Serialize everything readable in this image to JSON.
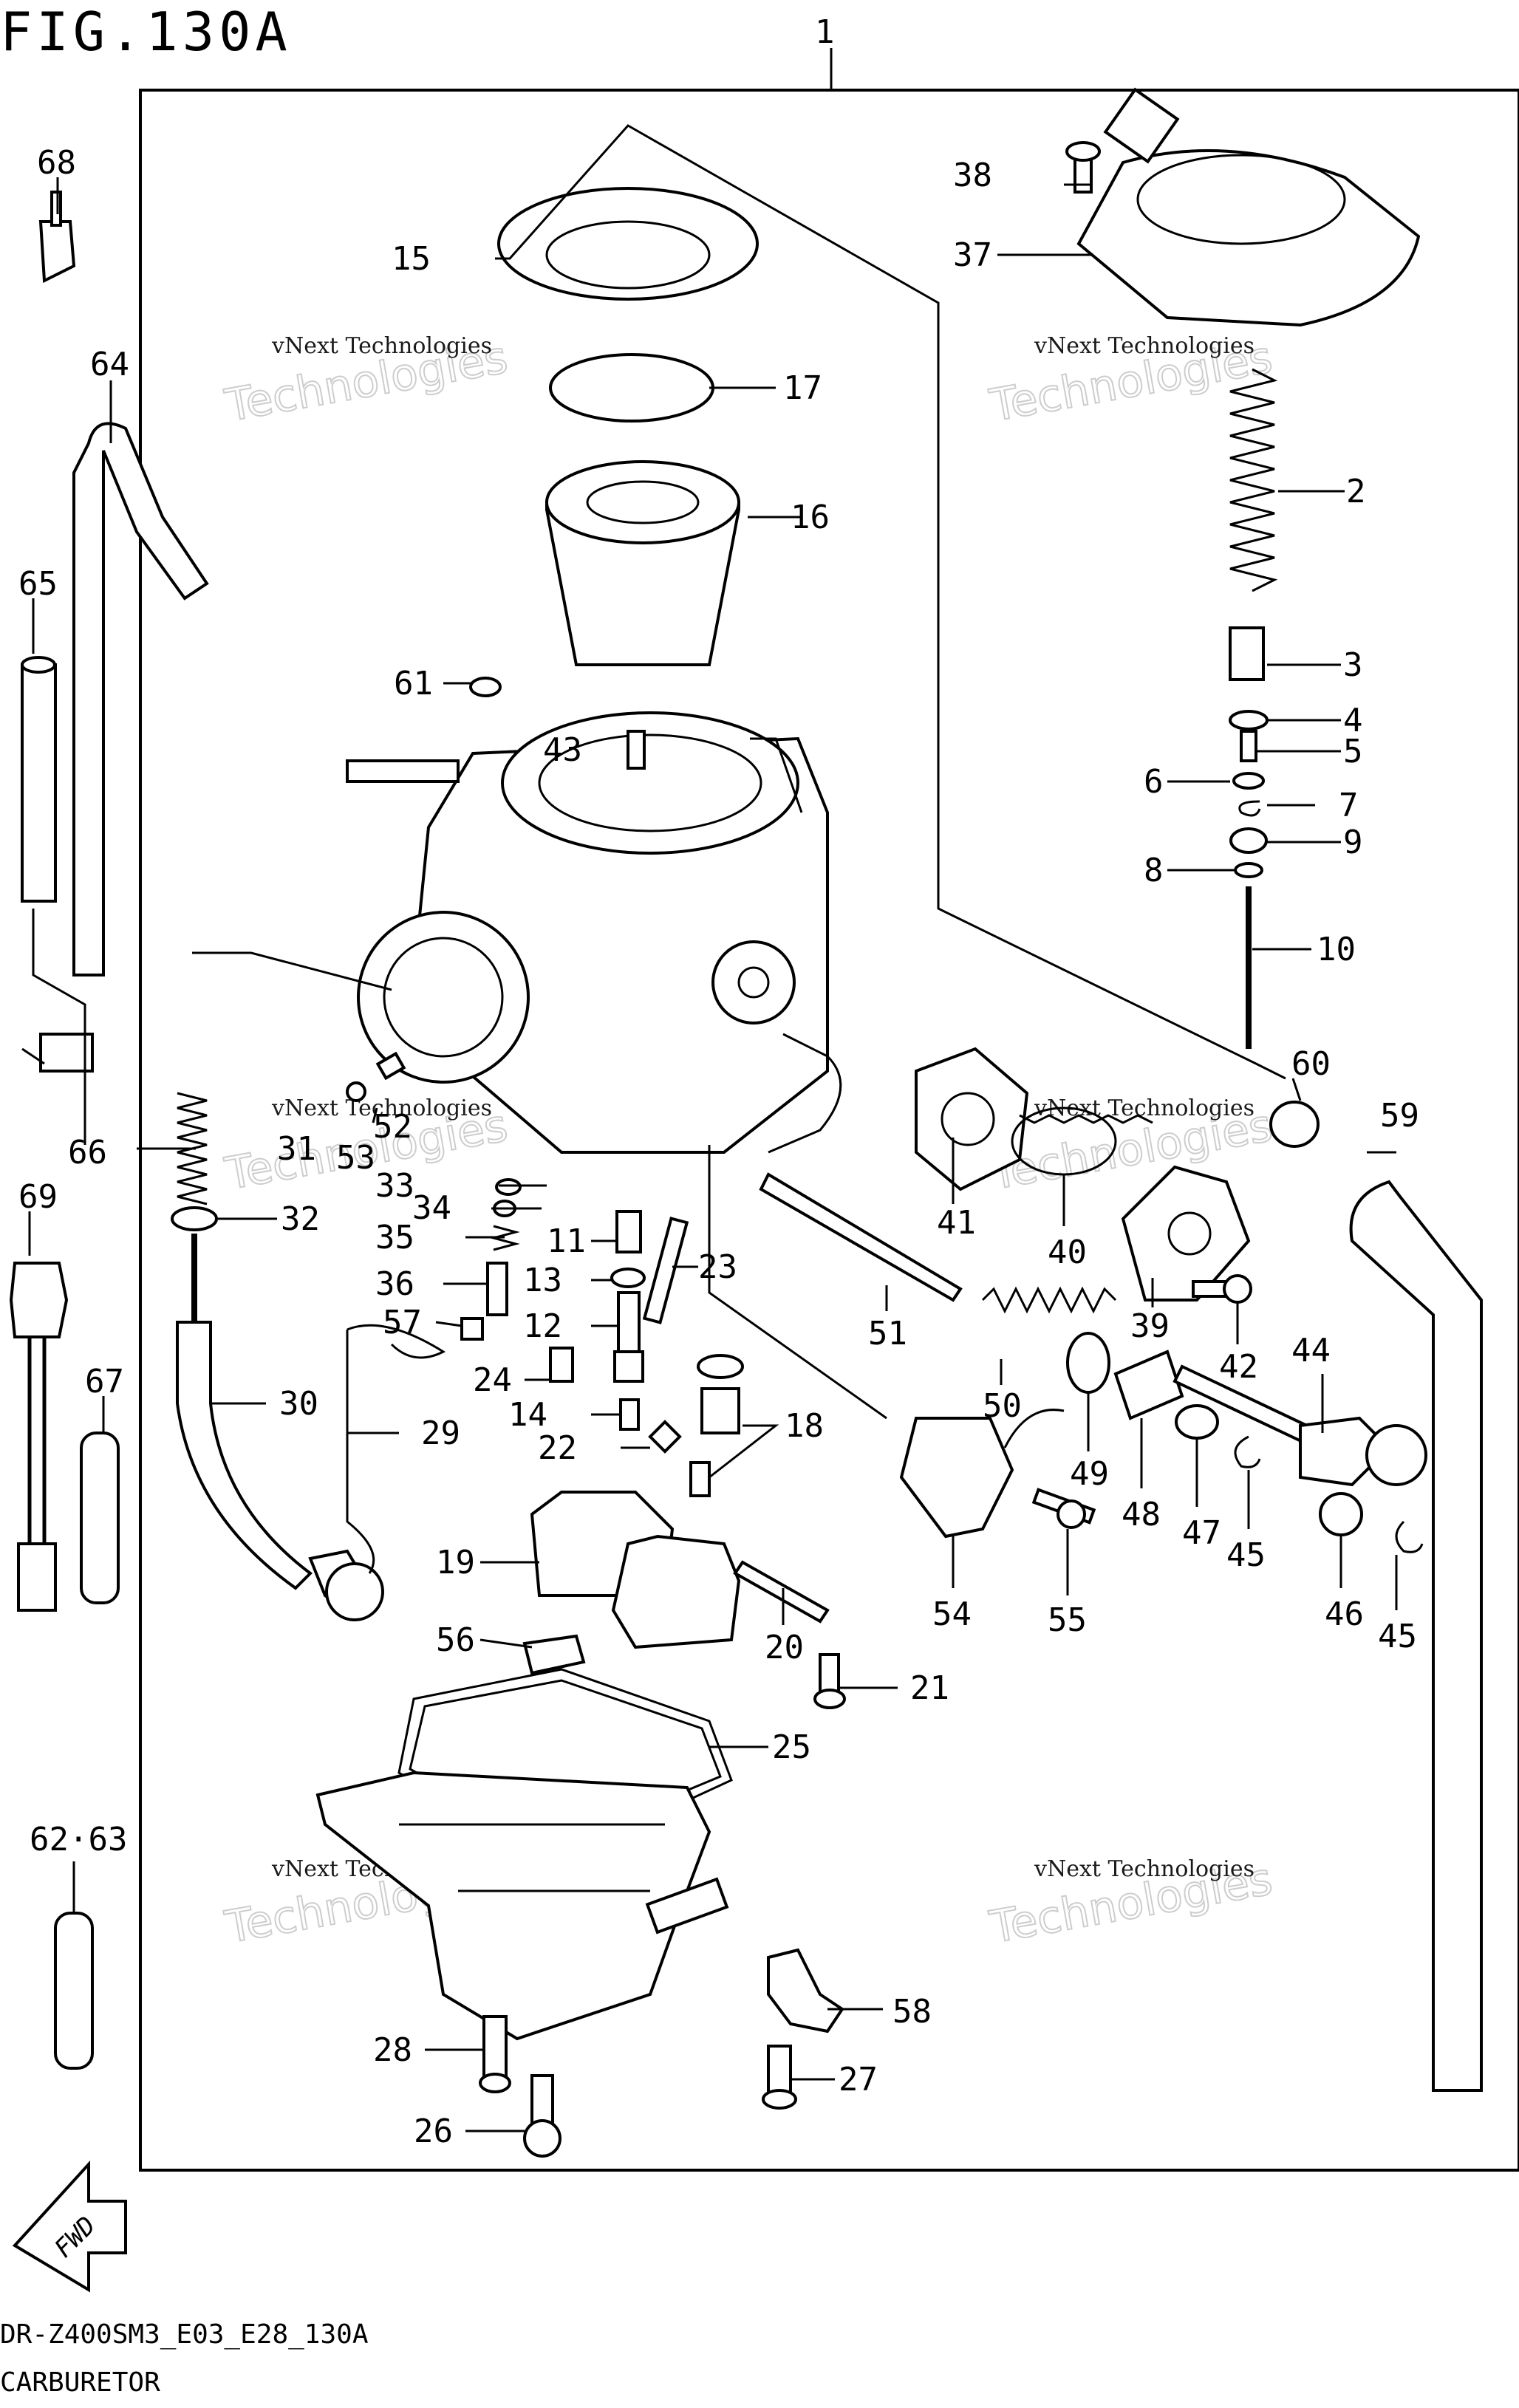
{
  "figure": {
    "title": "FIG.130A",
    "code": "DR-Z400SM3_E03_E28_130A",
    "name": "CARBURETOR"
  },
  "fwd_label": "FWD",
  "watermark": {
    "line1": "vNext Technologies",
    "line2": "Technologies"
  },
  "callouts": [
    "1",
    "2",
    "3",
    "4",
    "5",
    "6",
    "7",
    "8",
    "9",
    "10",
    "11",
    "12",
    "13",
    "14",
    "15",
    "16",
    "17",
    "18",
    "19",
    "20",
    "21",
    "22",
    "23",
    "24",
    "25",
    "26",
    "27",
    "28",
    "29",
    "30",
    "31",
    "32",
    "33",
    "34",
    "35",
    "36",
    "37",
    "38",
    "39",
    "40",
    "41",
    "42",
    "43",
    "44",
    "45",
    "45",
    "46",
    "47",
    "48",
    "49",
    "50",
    "51",
    "52",
    "53",
    "54",
    "55",
    "56",
    "57",
    "58",
    "59",
    "60",
    "61",
    "62·63",
    "64",
    "65",
    "66",
    "67",
    "68",
    "69"
  ]
}
